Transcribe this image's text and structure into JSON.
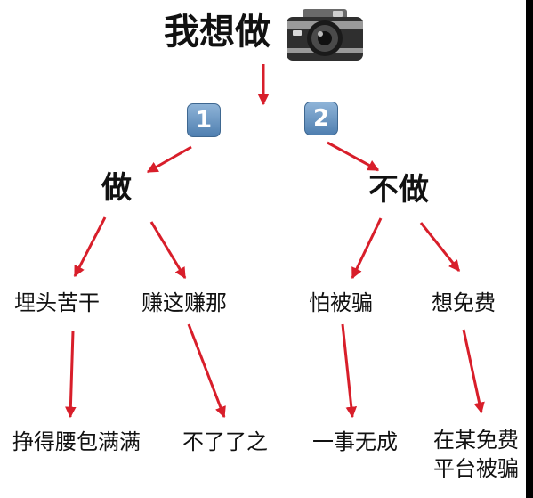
{
  "diagram": {
    "title": "我想做",
    "options": [
      {
        "badge": "1",
        "label": "做"
      },
      {
        "badge": "2",
        "label": "不做"
      }
    ],
    "branches": [
      {
        "label": "埋头苦干",
        "result": "挣得腰包满满"
      },
      {
        "label": "赚这赚那",
        "result": "不了了之"
      },
      {
        "label": "怕被骗",
        "result": "一事无成"
      },
      {
        "label": "想免费",
        "result_lines": [
          "在某免费",
          "平台被骗"
        ]
      }
    ]
  },
  "colors": {
    "arrow": "#d81e2a",
    "badge": "#5b8cc0",
    "text": "#111111"
  },
  "icons": {
    "title_emoji": "camera-icon"
  }
}
